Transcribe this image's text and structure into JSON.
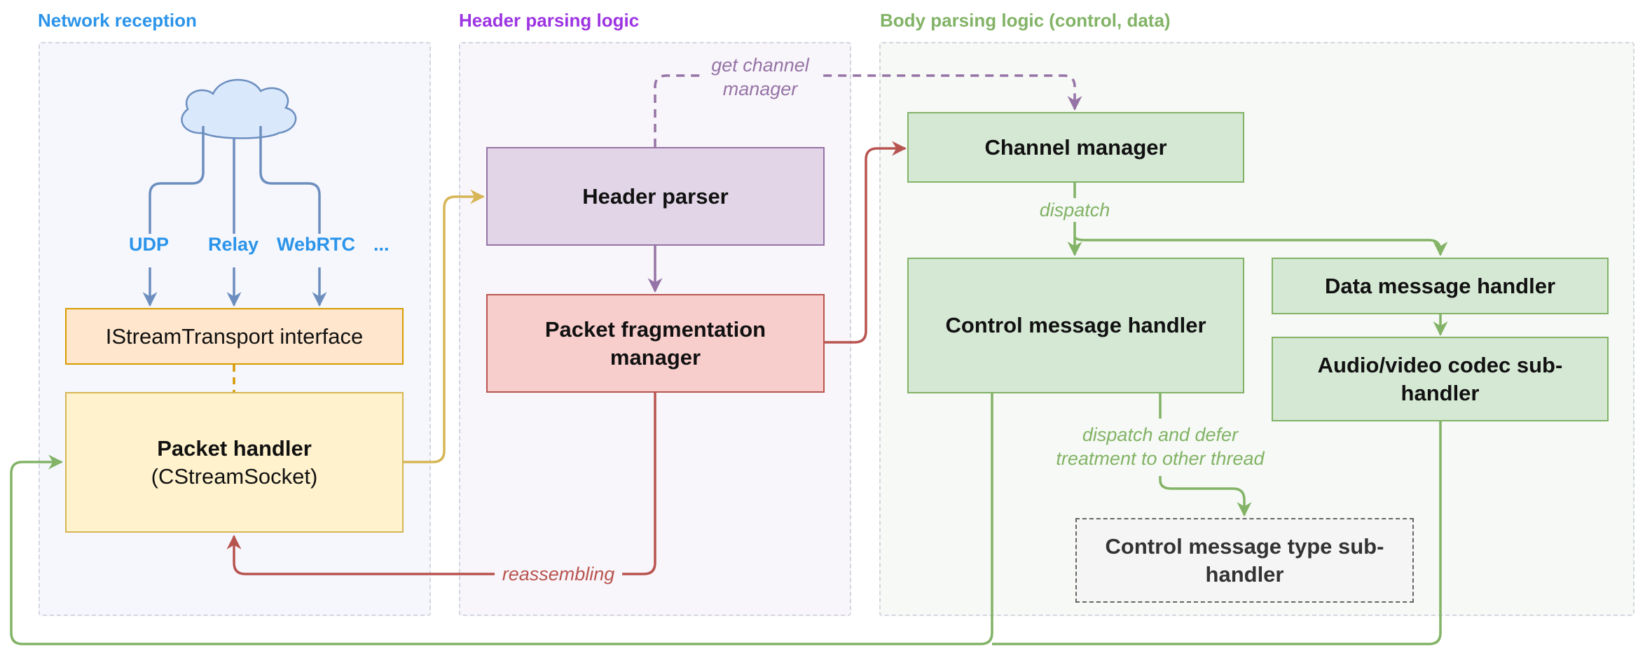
{
  "regions": {
    "network": {
      "title": "Network reception",
      "color": "#2b94ea"
    },
    "header": {
      "title": "Header parsing logic",
      "color": "#9d34e2"
    },
    "body": {
      "title": "Body parsing logic (control, data)",
      "color": "#82b366"
    }
  },
  "network": {
    "cloud_icon": "cloud-icon",
    "protocols": [
      "UDP",
      "Relay",
      "WebRTC",
      "..."
    ],
    "transport_interface": "IStreamTransport interface",
    "packet_handler": {
      "title": "Packet handler",
      "subtitle": "(CStreamSocket)"
    }
  },
  "header_logic": {
    "header_parser": "Header parser",
    "fragmentation_manager": [
      "Packet fragmentation",
      "manager"
    ]
  },
  "body_logic": {
    "channel_manager": "Channel manager",
    "control_handler": "Control message handler",
    "data_handler": "Data message handler",
    "codec_handler": [
      "Audio/video codec sub-",
      "handler"
    ],
    "control_type_handler": [
      "Control message type sub-",
      "handler"
    ]
  },
  "edge_labels": {
    "get_channel_manager": [
      "get channel",
      "manager"
    ],
    "dispatch": "dispatch",
    "dispatch_defer": [
      "dispatch and defer",
      "treatment to other thread"
    ],
    "reassembling": "reassembling"
  },
  "colors": {
    "blue_stroke": "#6c8ebf",
    "cloud_fill": "#dae8fc",
    "orange_fill": "#ffe6cc",
    "orange_stroke": "#d79b00",
    "yellow_fill": "#fff2cc",
    "yellow_stroke": "#d6b656",
    "purple_fill": "#e1d5e7",
    "purple_stroke": "#9673a6",
    "red_fill": "#f8cecc",
    "red_stroke": "#b85450",
    "green_fill": "#d5e8d4",
    "green_stroke": "#82b366",
    "grey_fill": "#f5f5f5",
    "grey_stroke": "#666666"
  }
}
